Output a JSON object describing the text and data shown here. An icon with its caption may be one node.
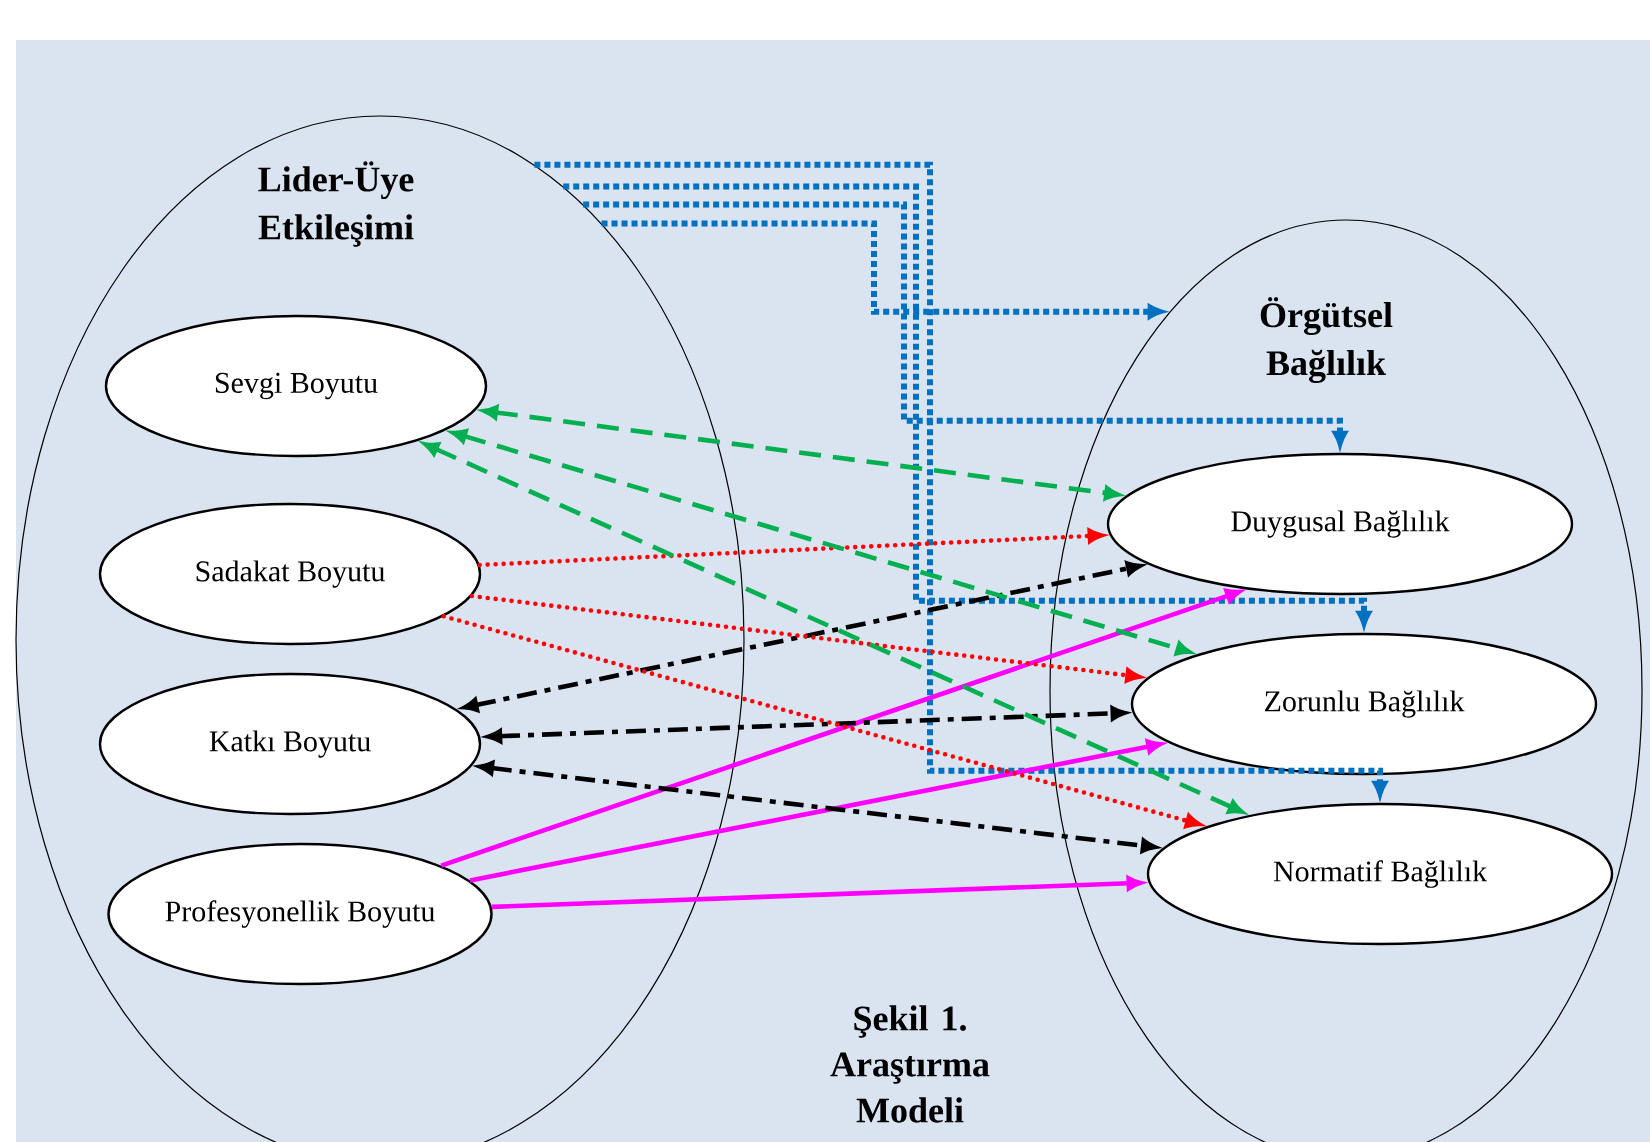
{
  "diagram": {
    "caption": "Şekil 1. Araştırma Modeli",
    "nodes": [
      {
        "text": [
          "Lider-Üye Etkileşimi"
        ]
      },
      {
        "text": [
          "Sevgi Boyutu"
        ],
        "in": 0
      },
      {
        "text": [
          "Sadakat Boyutu"
        ],
        "in": 0
      },
      {
        "text": [
          "Katkı Boyutu"
        ],
        "in": 0
      },
      {
        "text": [
          "Profesyonellik Boyutu"
        ],
        "in": 0
      },
      {
        "text": [
          "Örgütsel Bağlılık"
        ]
      },
      {
        "text": [
          "Duygusal Bağlılık"
        ],
        "in": 5
      },
      {
        "text": [
          "Zorunlu Bağlılık"
        ],
        "in": 5
      },
      {
        "text": [
          "Normatif Bağlılık"
        ],
        "in": 5
      }
    ],
    "edges": [
      {
        "from": 1,
        "to": 6,
        "arrow": "both",
        "style": "dashed",
        "color": "#00b050"
      },
      {
        "from": 1,
        "to": 7,
        "arrow": "both",
        "style": "dashed",
        "color": "#00b050"
      },
      {
        "from": 1,
        "to": 8,
        "arrow": "both",
        "style": "dashed",
        "color": "#00b050"
      },
      {
        "from": 2,
        "to": 6,
        "arrow": "to",
        "style": "dashed",
        "color": "#ff0000"
      },
      {
        "from": 2,
        "to": 7,
        "arrow": "to",
        "style": "dashed",
        "color": "#ff0000"
      },
      {
        "from": 2,
        "to": 8,
        "arrow": "to",
        "style": "dashed",
        "color": "#ff0000"
      },
      {
        "from": 3,
        "to": 6,
        "arrow": "both",
        "style": "dashed",
        "color": "#000000"
      },
      {
        "from": 3,
        "to": 7,
        "arrow": "both",
        "style": "dashed",
        "color": "#000000"
      },
      {
        "from": 3,
        "to": 8,
        "arrow": "both",
        "style": "dashed",
        "color": "#000000"
      },
      {
        "from": 4,
        "to": 6,
        "arrow": "to",
        "color": "#ff00ff"
      },
      {
        "from": 4,
        "to": 7,
        "arrow": "to",
        "color": "#ff00ff"
      },
      {
        "from": 4,
        "to": 8,
        "arrow": "to",
        "color": "#ff00ff"
      },
      {
        "from": 0,
        "to": 5,
        "arrow": "to",
        "style": "dashed",
        "color": "#0070c0"
      },
      {
        "from": 0,
        "to": 6,
        "arrow": "to",
        "style": "dashed",
        "color": "#0070c0"
      },
      {
        "from": 0,
        "to": 7,
        "arrow": "to",
        "style": "dashed",
        "color": "#0070c0"
      },
      {
        "from": 0,
        "to": 8,
        "arrow": "to",
        "style": "dashed",
        "color": "#0070c0"
      }
    ]
  }
}
